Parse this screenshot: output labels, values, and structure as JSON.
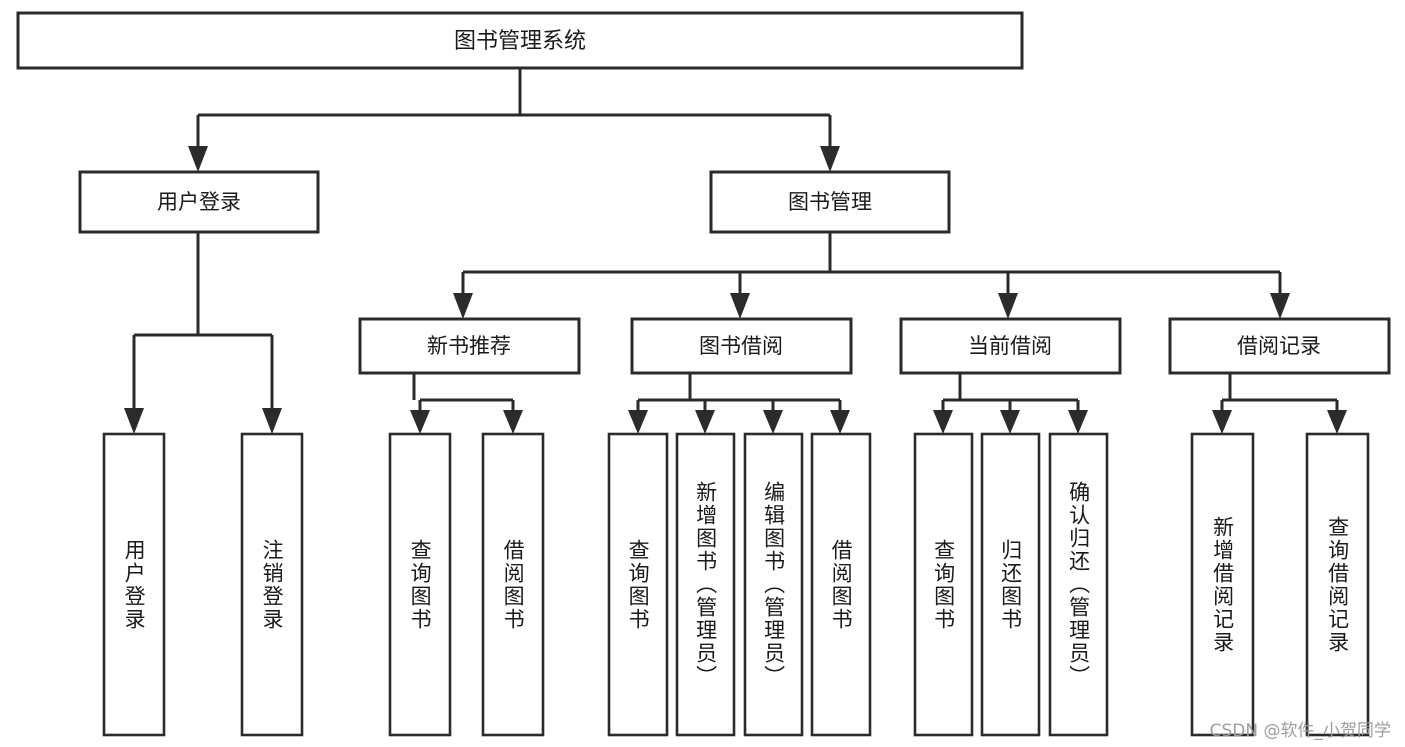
{
  "diagram": {
    "title_node": {
      "label": "图书管理系统"
    },
    "level1": [
      {
        "label": "用户登录"
      },
      {
        "label": "图书管理"
      }
    ],
    "level2": [
      {
        "label": "新书推荐"
      },
      {
        "label": "图书借阅"
      },
      {
        "label": "当前借阅"
      },
      {
        "label": "借阅记录"
      }
    ],
    "leaves": {
      "user_login": [
        {
          "label": "用户登录"
        },
        {
          "label": "注销登录"
        }
      ],
      "new_book_recommend": [
        {
          "label": "查询图书"
        },
        {
          "label": "借阅图书"
        }
      ],
      "book_borrow": [
        {
          "label": "查询图书"
        },
        {
          "label": "新增图书（管理员）"
        },
        {
          "label": "编辑图书（管理员）"
        },
        {
          "label": "借阅图书"
        }
      ],
      "current_borrow": [
        {
          "label": "查询图书"
        },
        {
          "label": "归还图书"
        },
        {
          "label": "确认归还（管理员）"
        }
      ],
      "borrow_record": [
        {
          "label": "新增借阅记录"
        },
        {
          "label": "查询借阅记录"
        }
      ]
    }
  },
  "watermark": {
    "text": "CSDN @软件_小贺同学"
  },
  "colors": {
    "stroke": "#2b2b2b",
    "fill": "#ffffff",
    "text": "#1a1a1a",
    "watermark": "#9d9d9d"
  }
}
